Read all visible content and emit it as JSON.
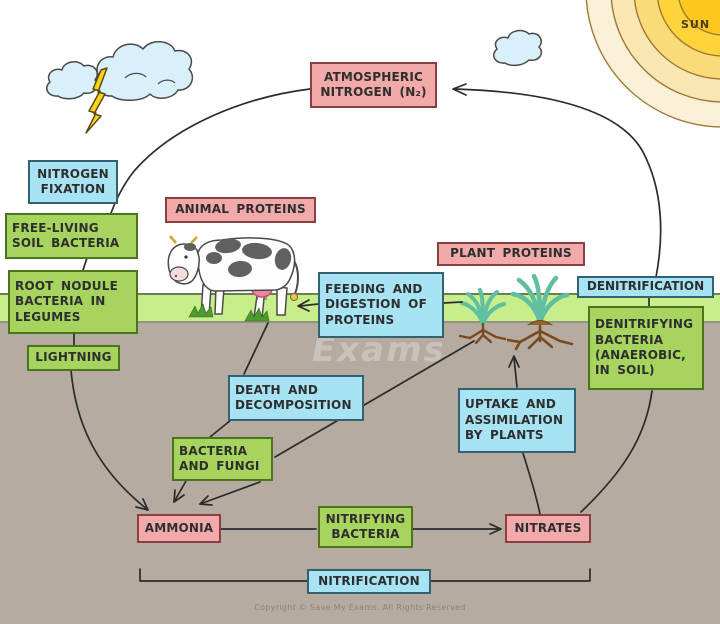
{
  "scene": {
    "sun_label": "SUN",
    "watermark": "Exams",
    "copyright": "Copyright © Save My Exams. All Rights Reserved"
  },
  "boxes": {
    "atmospheric_nitrogen": {
      "label": "ATMOSPHERIC\nNITROGEN (N₂)",
      "color": "pink"
    },
    "nitrogen_fixation": {
      "label": "NITROGEN\nFIXATION",
      "color": "blue"
    },
    "free_living_soil_bacteria": {
      "label": "FREE-LIVING\nSOIL BACTERIA",
      "color": "green"
    },
    "root_nodule_bacteria": {
      "label": "ROOT NODULE\nBACTERIA IN\nLEGUMES",
      "color": "green"
    },
    "lightning": {
      "label": "LIGHTNING",
      "color": "green"
    },
    "animal_proteins": {
      "label": "ANIMAL PROTEINS",
      "color": "pink"
    },
    "feeding_digestion": {
      "label": "FEEDING AND\nDIGESTION OF\nPROTEINS",
      "color": "blue"
    },
    "plant_proteins": {
      "label": "PLANT PROTEINS",
      "color": "pink"
    },
    "denitrification": {
      "label": "DENITRIFICATION",
      "color": "blue"
    },
    "denitrifying_bacteria": {
      "label": "DENITRIFYING\nBACTERIA\n(ANAEROBIC,\nIN SOIL)",
      "color": "green"
    },
    "death_decomposition": {
      "label": "DEATH AND\nDECOMPOSITION",
      "color": "blue"
    },
    "bacteria_fungi": {
      "label": "BACTERIA\nAND FUNGI",
      "color": "green"
    },
    "uptake_assimilation": {
      "label": "UPTAKE AND\nASSIMILATION\nBY PLANTS",
      "color": "blue"
    },
    "ammonia": {
      "label": "AMMONIA",
      "color": "pink"
    },
    "nitrifying_bacteria": {
      "label": "NITRIFYING\nBACTERIA",
      "color": "green"
    },
    "nitrates": {
      "label": "NITRATES",
      "color": "pink"
    },
    "nitrification": {
      "label": "NITRIFICATION",
      "color": "blue"
    }
  },
  "edges": [
    {
      "from": "atmospheric_nitrogen",
      "to": "ammonia",
      "via": [
        "nitrogen_fixation",
        "free_living_soil_bacteria",
        "root_nodule_bacteria",
        "lightning"
      ]
    },
    {
      "from": "plant_proteins",
      "to": "animal_proteins",
      "via": [
        "feeding_digestion"
      ]
    },
    {
      "from": "animal_proteins",
      "to": "ammonia",
      "via": [
        "death_decomposition",
        "bacteria_fungi"
      ]
    },
    {
      "from": "plant_proteins",
      "to": "ammonia",
      "via": [
        "bacteria_fungi"
      ]
    },
    {
      "from": "ammonia",
      "to": "nitrates",
      "via": [
        "nitrifying_bacteria",
        "nitrification"
      ]
    },
    {
      "from": "nitrates",
      "to": "plant_proteins",
      "via": [
        "uptake_assimilation"
      ]
    },
    {
      "from": "nitrates",
      "to": "atmospheric_nitrogen",
      "via": [
        "denitrifying_bacteria",
        "denitrification"
      ]
    }
  ],
  "colors": {
    "pink_fill": "#F2A9A9",
    "pink_border": "#8A4040",
    "blue_fill": "#A7E3F2",
    "blue_border": "#34616F",
    "green_fill": "#A6D45F",
    "green_border": "#4C741C",
    "grass_fill": "#C8EE8C",
    "soil_fill": "#B5ABA0",
    "line_color": "#2B2B2B",
    "sun_core": "#FFC81E",
    "cloud_fill": "#D9EFF9",
    "lightning_fill": "#FFD21E"
  }
}
